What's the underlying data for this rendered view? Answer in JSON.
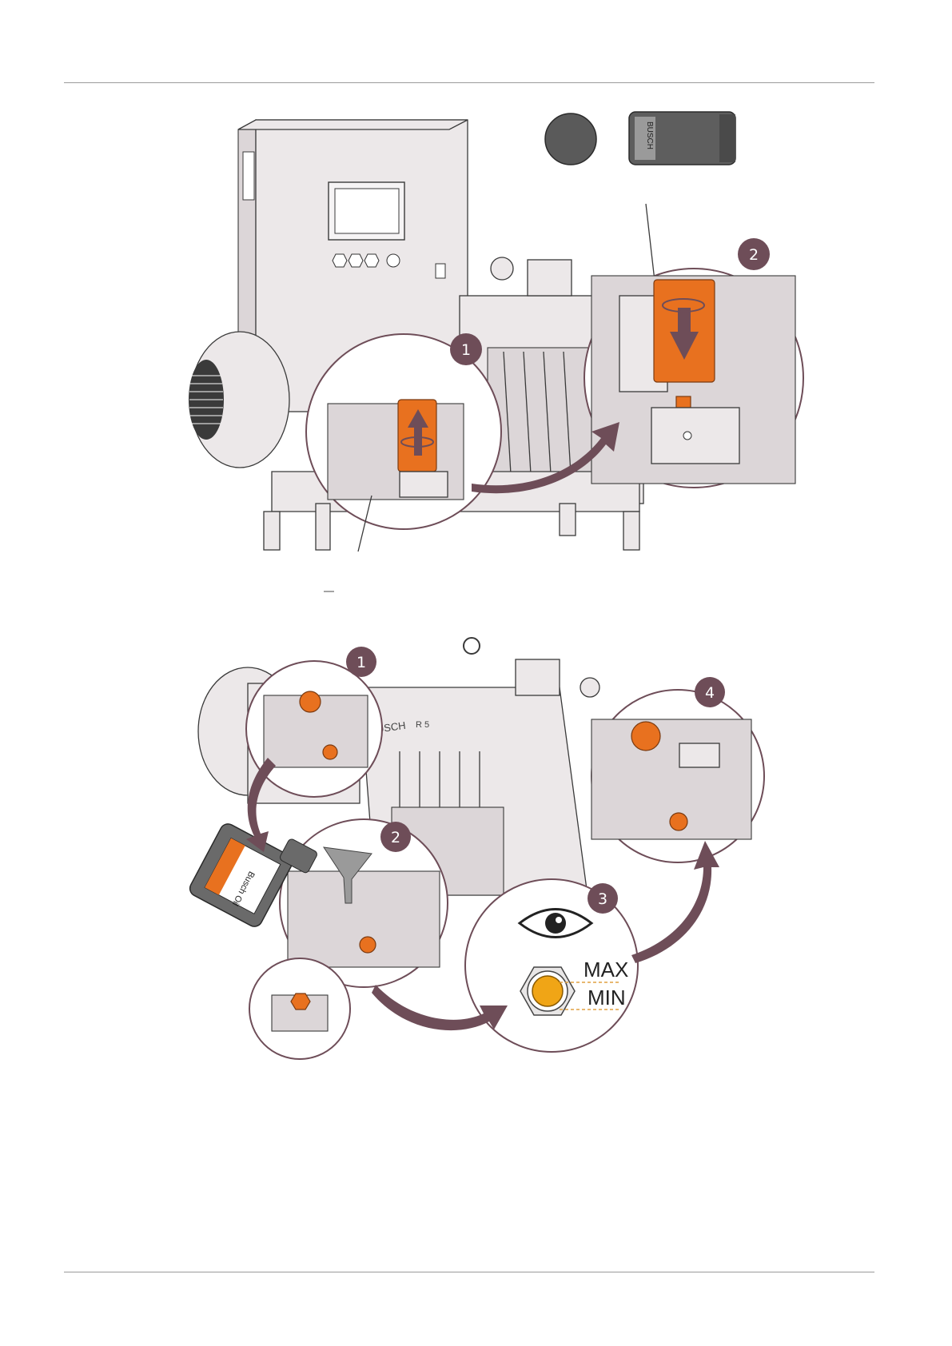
{
  "figure1": {
    "callouts": [
      "1",
      "2"
    ],
    "filter_brand": "BUSCH"
  },
  "figure2": {
    "callouts": [
      "1",
      "2",
      "3",
      "4"
    ],
    "pump_brand": "BUSCH",
    "pump_model": "R 5",
    "oil_bottle_label": "Busch Oil",
    "level_max": "MAX",
    "level_min": "MIN"
  },
  "colors": {
    "accent_orange": "#e8711f",
    "callout_plum": "#6e4d58",
    "rule_grey": "#9b9b9b",
    "level_line": "#e0a040"
  }
}
